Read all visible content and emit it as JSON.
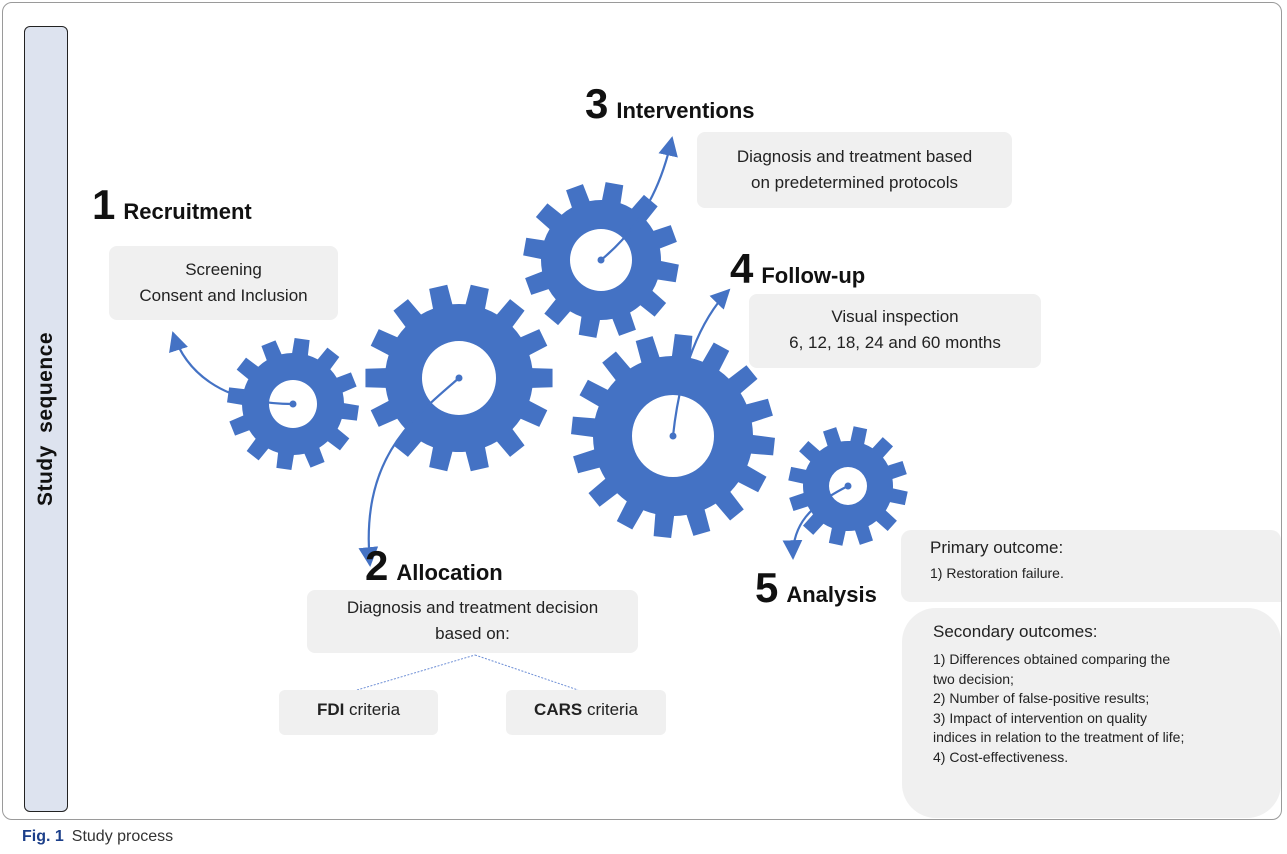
{
  "side_label": "Study  sequence",
  "steps": {
    "recruitment": {
      "num": "1",
      "label": "Recruitment",
      "lines": [
        "Screening",
        "Consent and Inclusion"
      ]
    },
    "allocation": {
      "num": "2",
      "label": "Allocation",
      "lines": [
        "Diagnosis and treatment decision",
        "based on:"
      ]
    },
    "interventions": {
      "num": "3",
      "label": "Interventions",
      "lines": [
        "Diagnosis and treatment based",
        "on predetermined protocols"
      ]
    },
    "followup": {
      "num": "4",
      "label": "Follow-up",
      "lines": [
        "Visual inspection",
        "6, 12, 18, 24 and 60 months"
      ]
    },
    "analysis": {
      "num": "5",
      "label": "Analysis"
    }
  },
  "criteria": [
    {
      "bold": "FDI",
      "rest": " criteria"
    },
    {
      "bold": "CARS",
      "rest": " criteria"
    }
  ],
  "primary": {
    "title": "Primary outcome:",
    "items": [
      "1) Restoration failure."
    ]
  },
  "secondary": {
    "title": "Secondary outcomes:",
    "items": [
      "1) Differences obtained comparing the",
      "two decision;",
      "2) Number of false-positive results;",
      "3) Impact of intervention on quality",
      "indices in relation to the treatment of life;",
      "4) Cost-effectiveness."
    ]
  },
  "caption": {
    "fig": "Fig. 1",
    "text": "Study process"
  },
  "colors": {
    "gear": "#4472c4",
    "box": "#f0f0f0",
    "sidebar": "#dde3ef",
    "caption_fig": "#1c3f8a"
  }
}
